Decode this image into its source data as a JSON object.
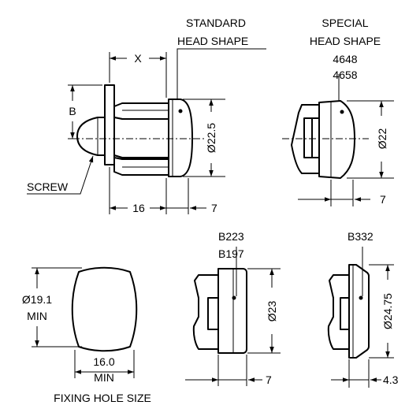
{
  "labels": {
    "standard_head_line1": "STANDARD",
    "standard_head_line2": "HEAD SHAPE",
    "special_head_line1": "SPECIAL",
    "special_head_line2": "HEAD SHAPE",
    "special_code1": "4648",
    "special_code2": "4658",
    "screw": "SCREW",
    "fixing_hole": "FIXING HOLE SIZE",
    "b223": "B223",
    "b197": "B197",
    "b332": "B332"
  },
  "dimensions": {
    "x": "X",
    "b": "B",
    "std_diameter": "Ø22.5",
    "std_length": "16",
    "std_head": "7",
    "special_diameter": "Ø22",
    "special_head": "7",
    "hole_diameter": "Ø19.1",
    "hole_diameter_min": "MIN",
    "hole_width": "16.0",
    "hole_width_min": "MIN",
    "b223_diameter": "Ø23",
    "b223_head": "7",
    "b332_diameter": "Ø24.75",
    "b332_head": "4.3"
  }
}
